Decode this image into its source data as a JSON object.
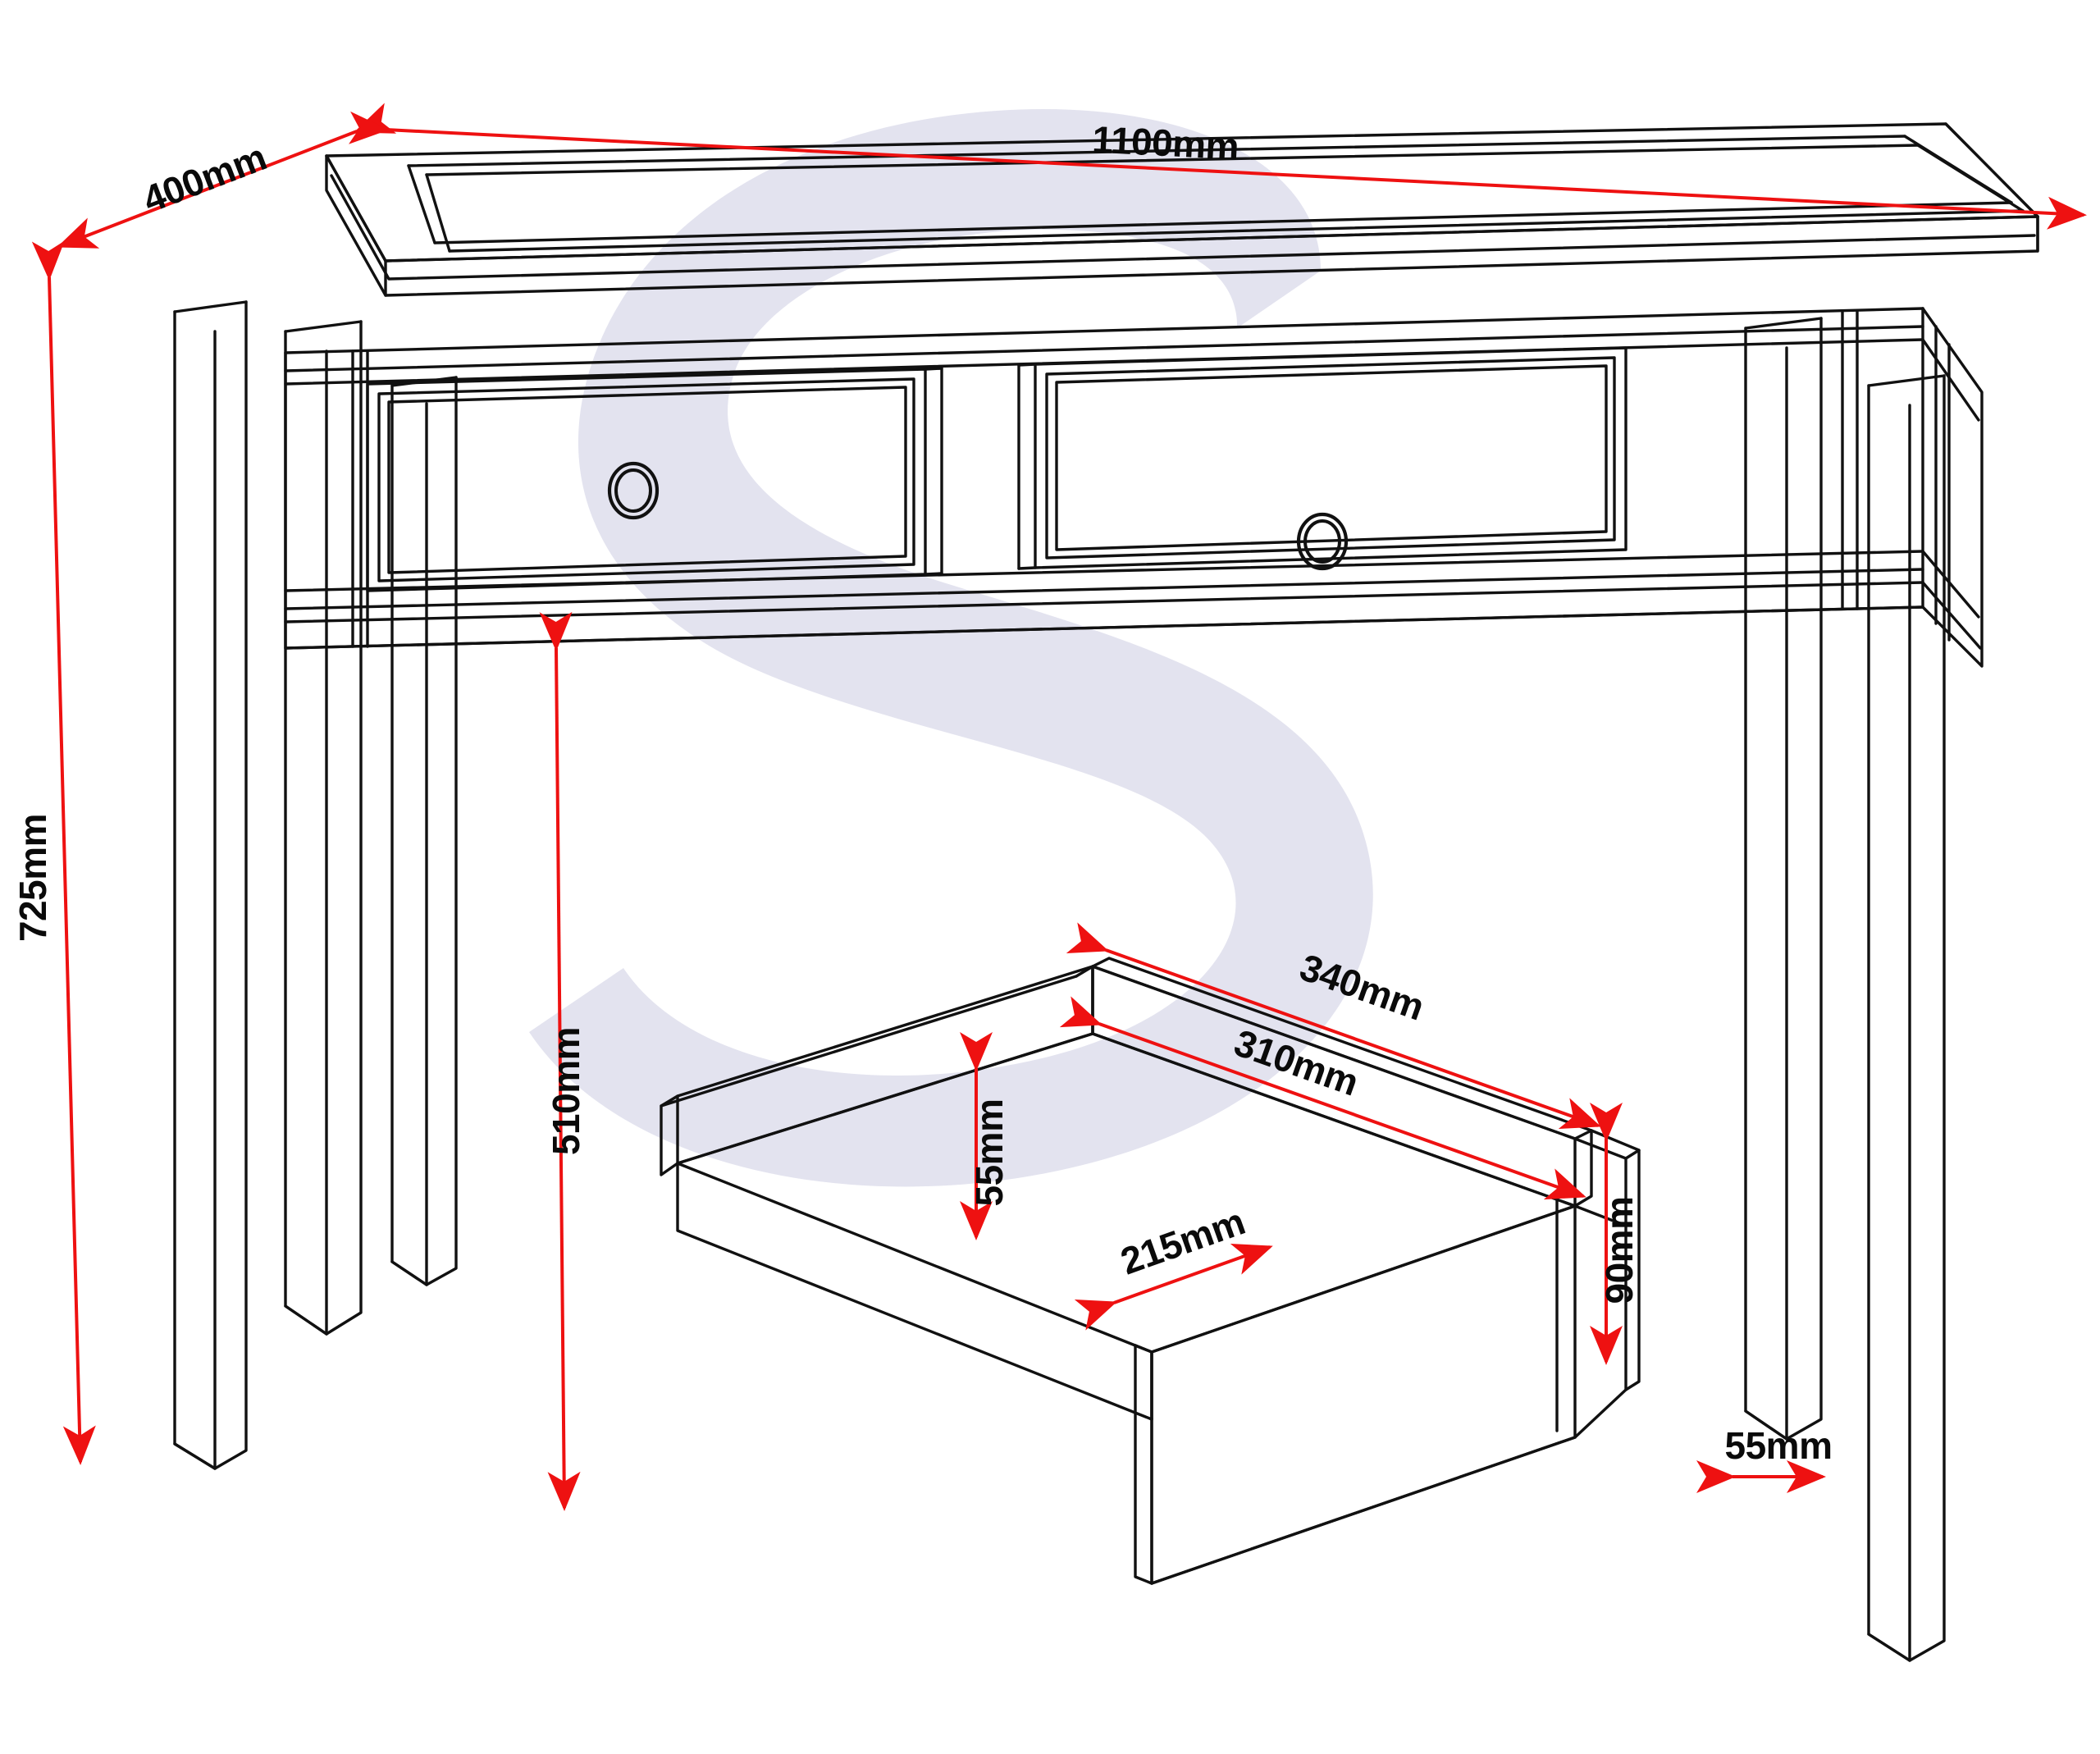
{
  "drawing": {
    "type": "technical-dimension-drawing",
    "subject": "console-table-with-two-drawers",
    "view": "isometric",
    "units": "mm",
    "background_color": "#ffffff",
    "line_color": "#111111",
    "dimension_color": "#ee1111",
    "watermark_color": "#e3e3ef",
    "watermark_letter": "S"
  },
  "dimensions": {
    "width": {
      "label": "1100mm",
      "value": 1100,
      "applies_to": "table-top-width"
    },
    "depth": {
      "label": "400mm",
      "value": 400,
      "applies_to": "table-top-depth"
    },
    "height": {
      "label": "725mm",
      "value": 725,
      "applies_to": "overall-table-height"
    },
    "clearance": {
      "label": "510mm",
      "value": 510,
      "applies_to": "floor-to-apron-clearance"
    },
    "leg_thickness": {
      "label": "55mm",
      "value": 55,
      "applies_to": "leg-square-section"
    },
    "drawer_outer_width": {
      "label": "340mm",
      "value": 340,
      "applies_to": "drawer-front-width"
    },
    "drawer_inner_width": {
      "label": "310mm",
      "value": 310,
      "applies_to": "drawer-internal-width"
    },
    "drawer_internal_depth": {
      "label": "215mm",
      "value": 215,
      "applies_to": "drawer-internal-depth"
    },
    "drawer_internal_height": {
      "label": "55mm",
      "value": 55,
      "applies_to": "drawer-internal-height"
    },
    "drawer_front_height": {
      "label": "90mm",
      "value": 90,
      "applies_to": "drawer-front-height"
    }
  },
  "labels": {
    "w1100": "1100mm",
    "d400": "400mm",
    "h725": "725mm",
    "c510": "510mm",
    "leg55": "55mm",
    "dw340": "340mm",
    "dw310": "310mm",
    "dd215": "215mm",
    "dh55": "55mm",
    "dfh90": "90mm"
  },
  "components": {
    "table_top": "table-top-panel",
    "apron": "front-apron-rail",
    "drawers": [
      {
        "name": "left-drawer",
        "knob": "round-knob"
      },
      {
        "name": "right-drawer",
        "knob": "round-knob"
      }
    ],
    "legs": [
      "front-left-leg",
      "back-left-leg",
      "front-right-leg",
      "back-right-leg"
    ],
    "drawer_box_detail": "exploded-drawer-box"
  }
}
